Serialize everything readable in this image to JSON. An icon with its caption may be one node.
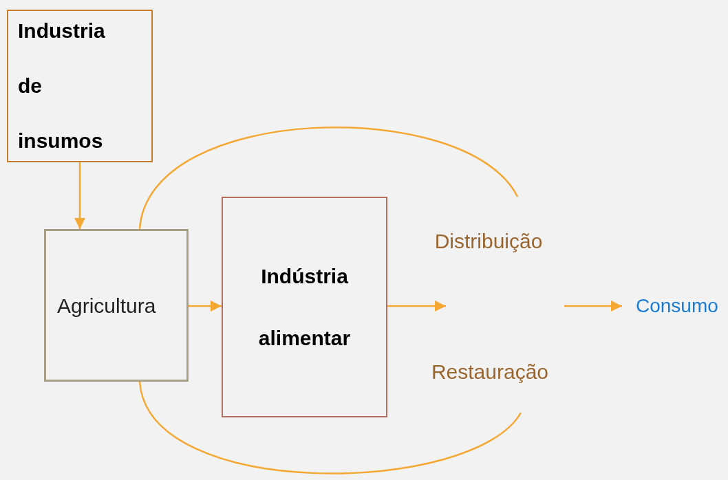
{
  "diagram": {
    "nodes": [
      {
        "text": [
          "Industria de insumos"
        ]
      },
      {
        "text": [
          "Agricultura"
        ]
      },
      {
        "text": [
          "Indústria alimentar"
        ]
      },
      {
        "text": [
          "Distribuição"
        ]
      },
      {
        "text": [
          "Restauração"
        ]
      },
      {
        "text": [
          "Consumo"
        ]
      }
    ],
    "edges": [
      {
        "from": 0,
        "to": 1,
        "arrow": "to"
      },
      {
        "from": 1,
        "to": 2,
        "arrow": "to"
      },
      {
        "from": 2,
        "to": null,
        "arrow": "to"
      },
      {
        "from": null,
        "to": 5,
        "arrow": "to"
      },
      {
        "from": 1,
        "to": 3,
        "arrow": "none"
      },
      {
        "from": 1,
        "to": 4,
        "arrow": "none"
      }
    ]
  }
}
